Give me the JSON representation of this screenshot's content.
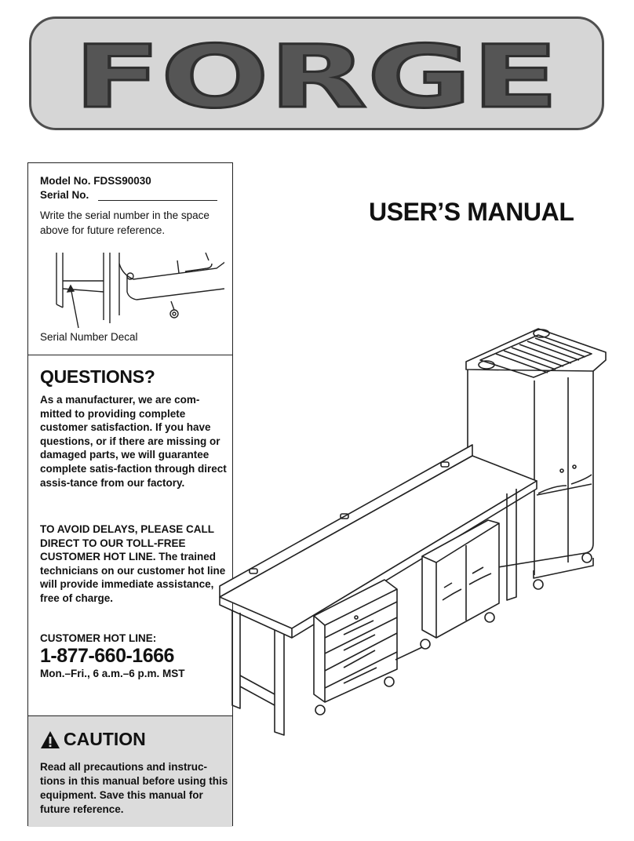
{
  "brand": {
    "name": "FORGE"
  },
  "model_info": {
    "model_line": "Model No. FDSS90030",
    "serial_line": "Serial No.",
    "instruction": "Write the serial number in the space above for future reference.",
    "decal_label": "Serial Number Decal"
  },
  "manual_title": "USER’S MANUAL",
  "questions": {
    "heading": "QUESTIONS?",
    "body": "As a manufacturer, we are com-mitted to providing complete customer satisfaction. If you have questions, or if there are missing or damaged parts, we will guarantee complete satis-faction through direct assis-tance from our factory.",
    "delays": "TO AVOID DELAYS, PLEASE CALL DIRECT TO OUR TOLL-FREE CUSTOMER HOT LINE. The trained technicians on our customer hot line will provide immediate assistance, free of charge.",
    "hotline_label": "CUSTOMER HOT LINE:",
    "hotline_number": "1-877-660-1666",
    "hotline_hours": "Mon.–Fri., 6 a.m.–6 p.m. MST"
  },
  "caution": {
    "title": "CAUTION",
    "icon": "warning-triangle-icon",
    "body": "Read all precautions and instruc-tions in this manual before using this equipment. Save this manual for future reference."
  },
  "colors": {
    "banner_fill": "#d6d6d6",
    "banner_text": "#555555",
    "caution_fill": "#dcdcdc"
  }
}
